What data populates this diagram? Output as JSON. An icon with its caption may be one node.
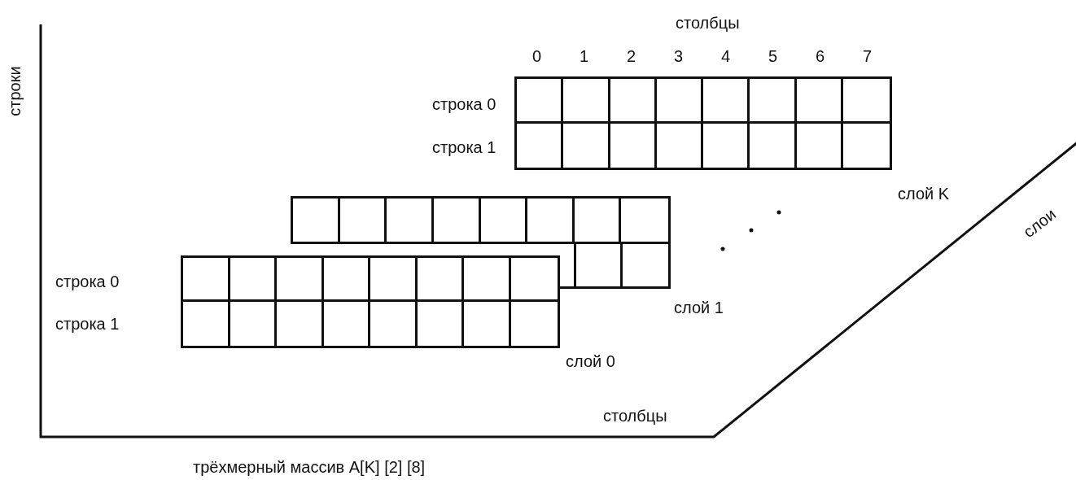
{
  "diagram": {
    "caption": "трёхмерный массив A[K] [2] [8]",
    "nodes": [
      {
        "text": [],
        "shape": "box",
        "beside": [
          "0",
          "1",
          "2",
          "3",
          "4",
          "5",
          "6",
          "7",
          "слой K"
        ]
      },
      {
        "text": [],
        "shape": "box",
        "beside": [
          "слой 1"
        ]
      },
      {
        "text": [],
        "shape": "box",
        "beside": [
          "слой 0"
        ]
      }
    ],
    "labels": [
      "строки",
      "столбцы",
      "строка 0",
      "строка 1",
      "слои",
      "строка 0",
      "строка 1",
      "столбцы"
    ]
  }
}
